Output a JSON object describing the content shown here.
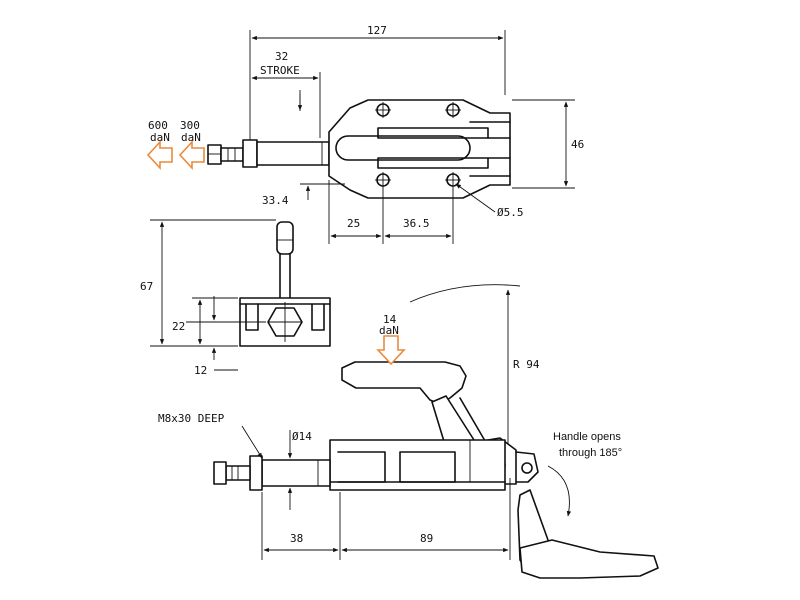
{
  "dimensions": {
    "overall_length": "127",
    "stroke_value": "32",
    "stroke_label": "STROKE",
    "height_body": "46",
    "offset_plunger": "33.4",
    "spacing_a": "25",
    "spacing_b": "36.5",
    "hole_diameter": "Ø5.5",
    "end_height": "67",
    "end_center": "22",
    "end_base": "12",
    "radius_label": "R 94",
    "thread_label": "M8x30 DEEP",
    "shaft_diameter": "Ø14",
    "side_a": "38",
    "side_b": "89"
  },
  "forces": {
    "force_1_value": "600",
    "force_1_unit": "daN",
    "force_2_value": "300",
    "force_2_unit": "daN",
    "force_3_value": "14",
    "force_3_unit": "daN",
    "accent_color": "#ea8a3c"
  },
  "notes": {
    "handle_line1": "Handle opens",
    "handle_line2": "through 185°"
  }
}
